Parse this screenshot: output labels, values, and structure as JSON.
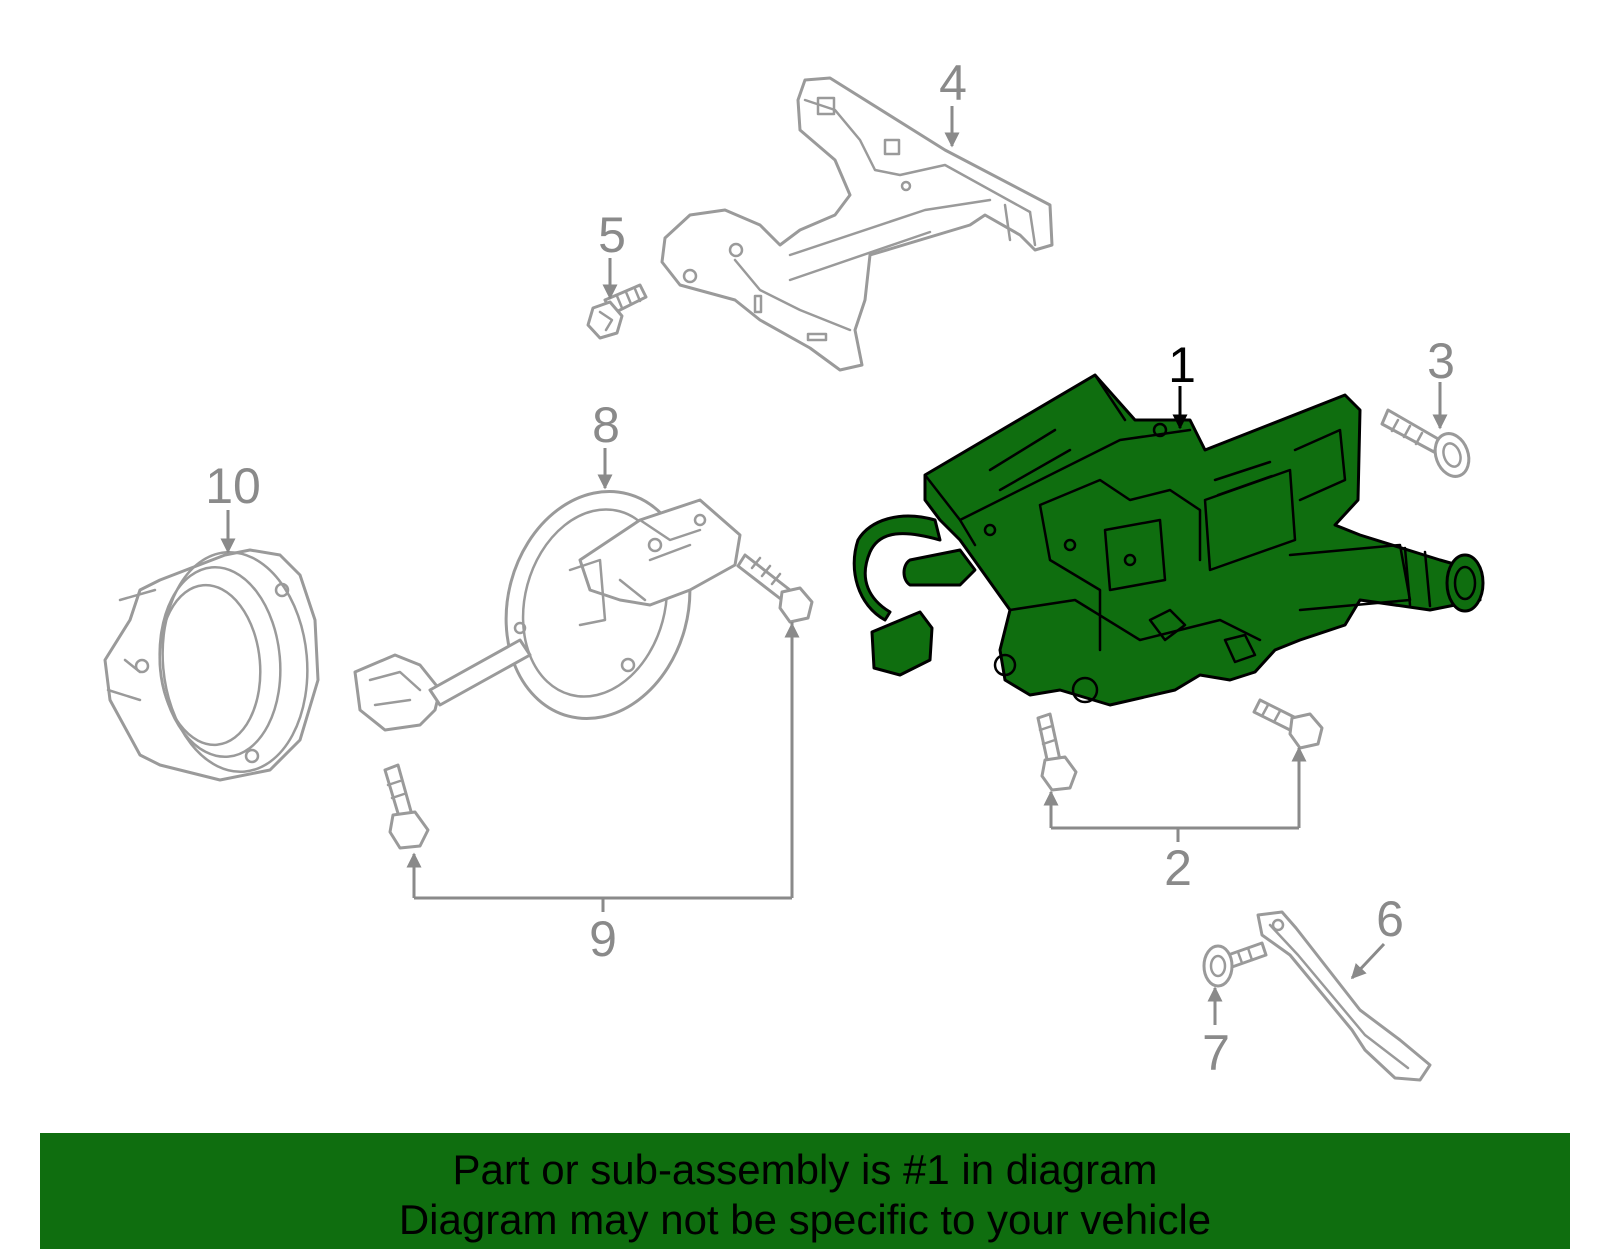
{
  "diagram": {
    "highlight_color": "#0f6e0f",
    "part_outline_color": "#9a9a9a",
    "callouts": [
      {
        "id": "1",
        "label": "1",
        "highlighted": true
      },
      {
        "id": "2",
        "label": "2",
        "highlighted": false
      },
      {
        "id": "3",
        "label": "3",
        "highlighted": false
      },
      {
        "id": "4",
        "label": "4",
        "highlighted": false
      },
      {
        "id": "5",
        "label": "5",
        "highlighted": false
      },
      {
        "id": "6",
        "label": "6",
        "highlighted": false
      },
      {
        "id": "7",
        "label": "7",
        "highlighted": false
      },
      {
        "id": "8",
        "label": "8",
        "highlighted": false
      },
      {
        "id": "9",
        "label": "9",
        "highlighted": false
      },
      {
        "id": "10",
        "label": "10",
        "highlighted": false
      }
    ]
  },
  "footer": {
    "line1": "Part or sub-assembly is #1 in diagram",
    "line2": "Diagram may not be specific to your vehicle"
  }
}
